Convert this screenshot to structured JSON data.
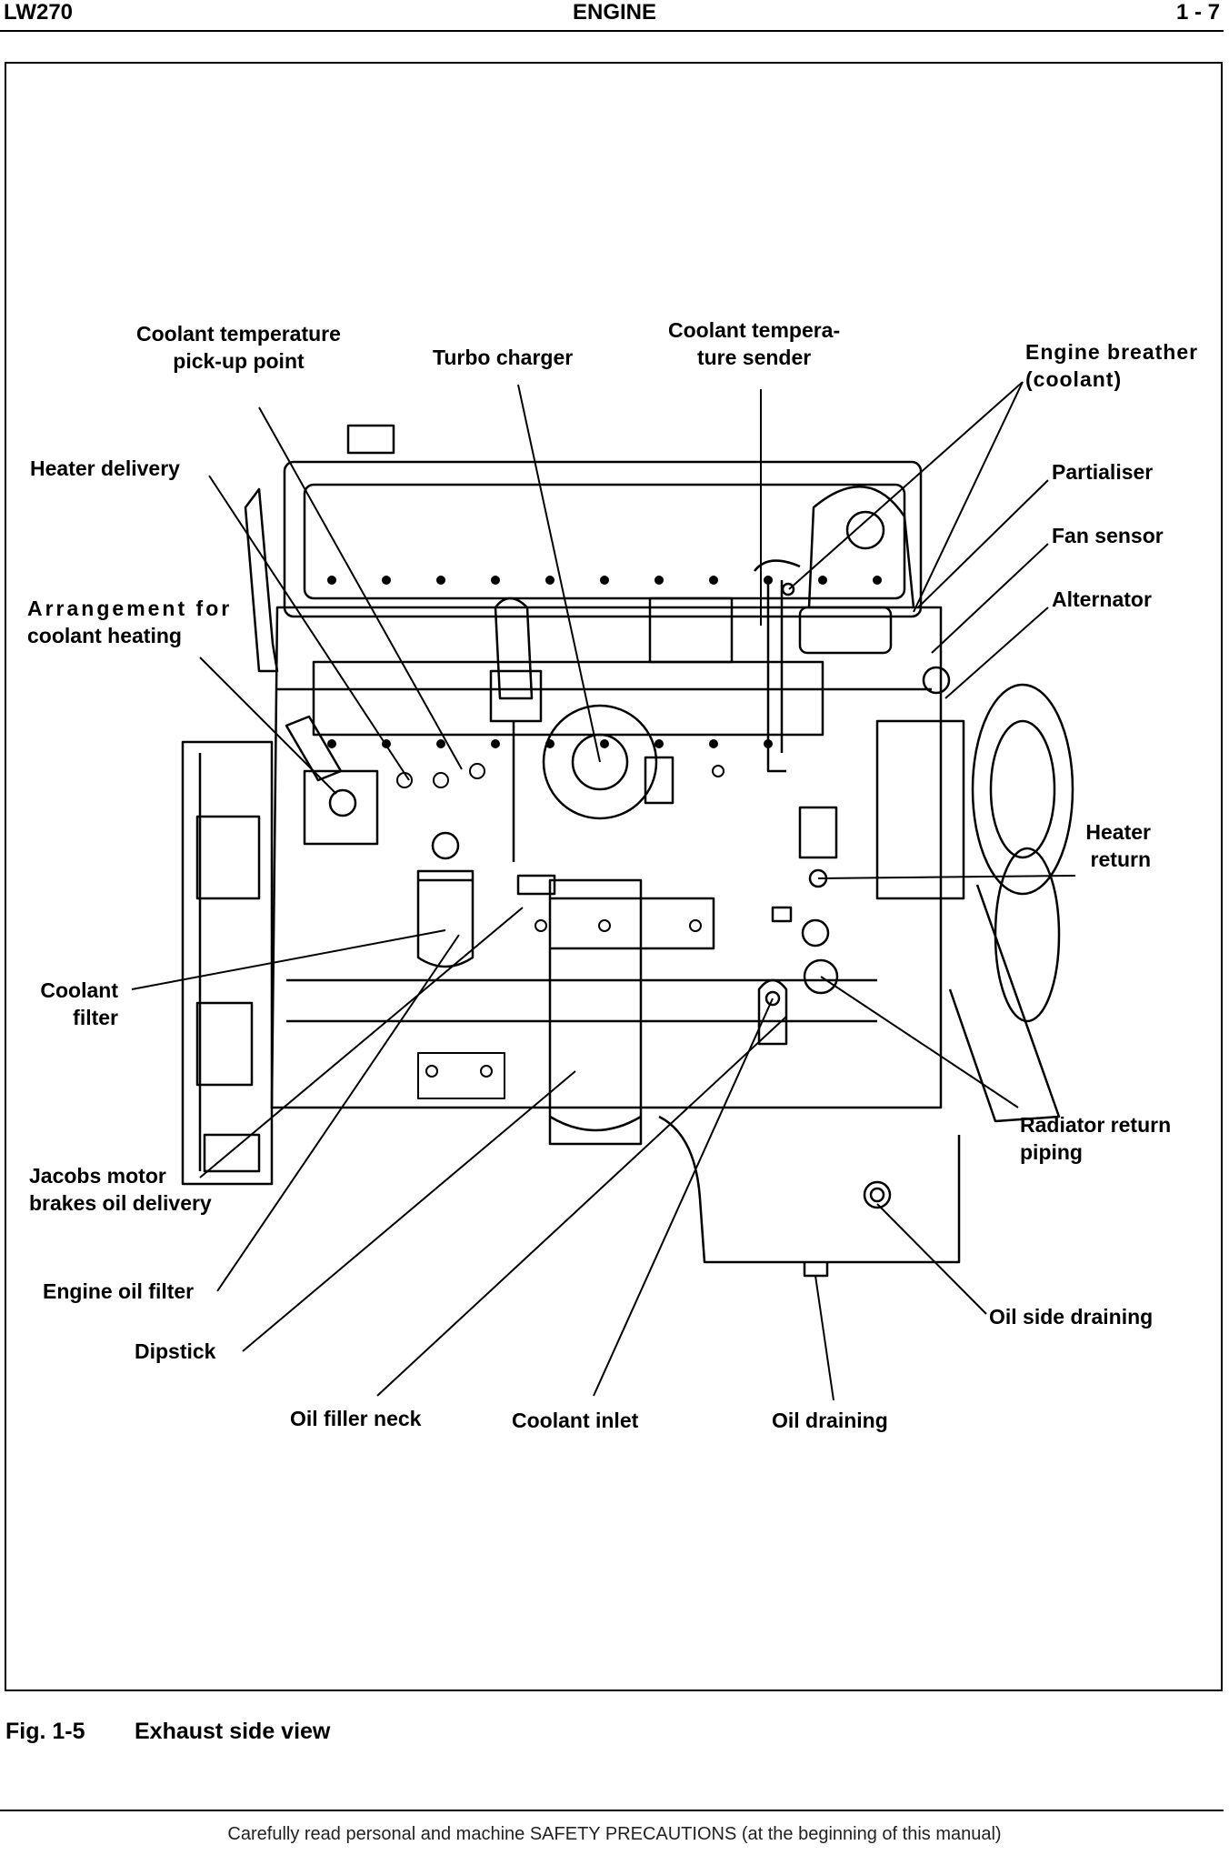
{
  "header": {
    "left": "LW270",
    "center": "ENGINE",
    "right": "1 - 7"
  },
  "labels": {
    "coolant_temp_pickup_1": "Coolant temperature",
    "coolant_temp_pickup_2": "pick-up point",
    "turbo_charger": "Turbo charger",
    "coolant_temp_sender_1": "Coolant tempera-",
    "coolant_temp_sender_2": "ture sender",
    "engine_breather_1": "Engine breather",
    "engine_breather_2": "(coolant)",
    "heater_delivery": "Heater delivery",
    "partialiser": "Partialiser",
    "fan_sensor": "Fan sensor",
    "alternator": "Alternator",
    "arrangement_1": "Arrangement for",
    "arrangement_2": "coolant heating",
    "heater_return_1": "Heater",
    "heater_return_2": "return",
    "coolant_filter_1": "Coolant",
    "coolant_filter_2": "filter",
    "radiator_return_1": "Radiator return",
    "radiator_return_2": "piping",
    "jacobs_1": "Jacobs motor",
    "jacobs_2": "brakes oil delivery",
    "engine_oil_filter": "Engine oil filter",
    "oil_side_draining": "Oil side draining",
    "dipstick": "Dipstick",
    "oil_filler_neck": "Oil filler neck",
    "coolant_inlet": "Coolant inlet",
    "oil_draining": "Oil draining"
  },
  "caption": {
    "number": "Fig. 1-5",
    "title": "Exhaust side view"
  },
  "footer": "Carefully read personal and machine SAFETY PRECAUTIONS (at the beginning of this manual)"
}
